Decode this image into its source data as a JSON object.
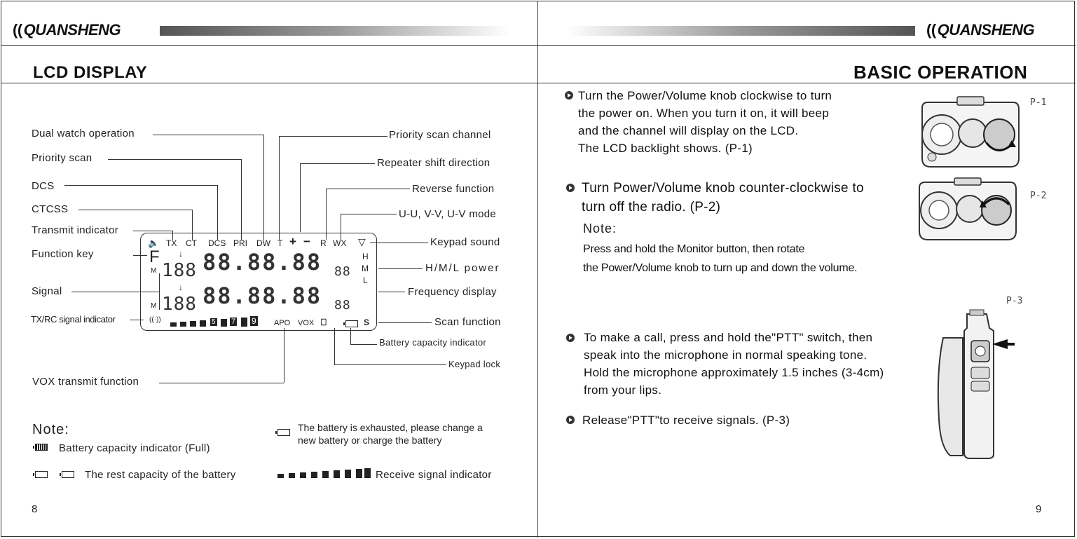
{
  "brand": "QUANSHENG",
  "left_page": {
    "title": "LCD DISPLAY",
    "page_number": "8",
    "labels_left": [
      "Dual watch operation",
      "Priority scan",
      "DCS",
      "CTCSS",
      "Transmit indicator",
      "Function key",
      "Signal",
      "TX/RC signal indicator",
      "VOX transmit function"
    ],
    "labels_right": [
      "Priority scan channel",
      "Repeater shift direction",
      "Reverse function",
      "U-U, V-V, U-V mode",
      "Keypad sound",
      "H/M/L power",
      "Frequency display",
      "Scan function",
      "Battery capacity indicator",
      "Keypad lock"
    ],
    "lcd": {
      "top_row": [
        "TX",
        "CT",
        "DCS",
        "PRI",
        "DW",
        "T",
        "+",
        "−",
        "R",
        "WX"
      ],
      "function_key": "F",
      "channel_digits": "188",
      "freq_digits": "88.88.88",
      "small_digits": "88",
      "mem": "M",
      "hml": [
        "H",
        "M",
        "L"
      ],
      "bottom": [
        "5",
        "7",
        "9",
        "APO",
        "VOX",
        "S"
      ]
    },
    "note": {
      "title": "Note:",
      "battery_full": "Battery capacity indicator (Full)",
      "battery_rest": "The rest capacity of the battery",
      "battery_exhausted": "The battery is exhausted, please change a new battery or charge the battery",
      "receive_signal": "Receive signal indicator"
    }
  },
  "right_page": {
    "title": "BASIC OPERATION",
    "page_number": "9",
    "para1": [
      "Turn the Power/Volume knob clockwise to turn",
      "the power on. When you turn it on, it will beep",
      "and the channel will display on the LCD.",
      "The LCD backlight shows. (P-1)"
    ],
    "para2": [
      "Turn Power/Volume knob counter-clockwise to",
      "turn off the radio. (P-2)"
    ],
    "note_title": "Note:",
    "note_text": [
      "Press and hold the Monitor button, then  rotate",
      "the  Power/Volume knob to turn up and down the volume."
    ],
    "para3": [
      "To make a call, press and hold the\"PTT\" switch, then",
      "speak into the  microphone in normal speaking tone.",
      "Hold the microphone approximately 1.5 inches (3-4cm)",
      "from your lips."
    ],
    "para4": "Release\"PTT\"to receive signals.  (P-3)",
    "figure_labels": [
      "P-1",
      "P-2",
      "P-3"
    ]
  }
}
